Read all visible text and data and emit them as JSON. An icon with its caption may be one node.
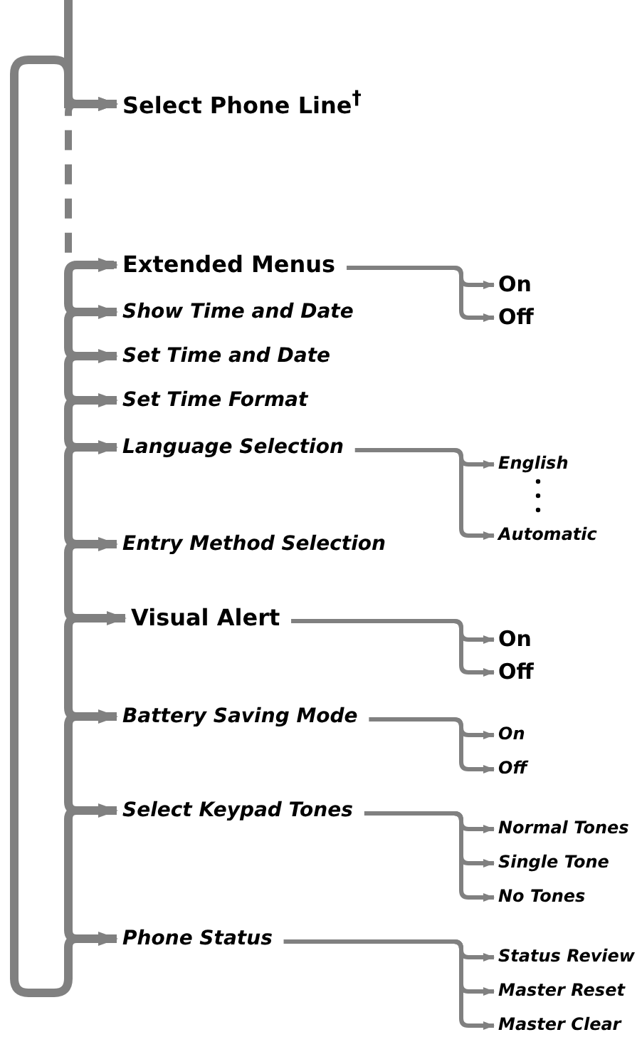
{
  "diagram": {
    "nodes": [
      {
        "text": [
          "Select Phone Line$^{†}$"
        ]
      },
      {
        "text": [
          "Extended Menus"
        ]
      },
      {
        "text": [
          "Show Time and Date"
        ]
      },
      {
        "text": [
          "Set Time and Date"
        ]
      },
      {
        "text": [
          "Set Time Format"
        ]
      },
      {
        "text": [
          "Language Selection"
        ]
      },
      {
        "text": [
          "Entry Method Selection"
        ]
      },
      {
        "text": [
          "Visual Alert"
        ]
      },
      {
        "text": [
          "Battery Saving Mode"
        ]
      },
      {
        "text": [
          "Select Keypad Tones"
        ]
      },
      {
        "text": [
          "Phone Status"
        ]
      },
      {
        "text": [
          "On"
        ]
      },
      {
        "text": [
          "Off"
        ]
      },
      {
        "text": [
          "English"
        ]
      },
      {
        "text": [
          "Automatic"
        ]
      },
      {
        "text": [
          "On"
        ]
      },
      {
        "text": [
          "Off"
        ]
      },
      {
        "text": [
          "On"
        ]
      },
      {
        "text": [
          "Off"
        ]
      },
      {
        "text": [
          "Normal Tones"
        ]
      },
      {
        "text": [
          "Single Tone"
        ]
      },
      {
        "text": [
          "No Tones"
        ]
      },
      {
        "text": [
          "Status Review"
        ]
      },
      {
        "text": [
          "Master Reset"
        ]
      },
      {
        "text": [
          "Master Clear"
        ]
      }
    ],
    "edges": [
      {
        "from": null,
        "to": 0,
        "arrow": "to",
        "style": "thick"
      },
      {
        "from": 0,
        "to": 1,
        "arrow": "to",
        "style": "dashed"
      },
      {
        "from": 1,
        "to": 2,
        "arrow": "to",
        "style": "thick"
      },
      {
        "from": 2,
        "to": 3,
        "arrow": "to",
        "style": "thick"
      },
      {
        "from": 3,
        "to": 4,
        "arrow": "to",
        "style": "thick"
      },
      {
        "from": 4,
        "to": 5,
        "arrow": "to",
        "style": "thick"
      },
      {
        "from": 5,
        "to": 6,
        "arrow": "to",
        "style": "thick"
      },
      {
        "from": 6,
        "to": 7,
        "arrow": "to",
        "style": "thick"
      },
      {
        "from": 7,
        "to": 8,
        "arrow": "to",
        "style": "thick"
      },
      {
        "from": 8,
        "to": 9,
        "arrow": "to",
        "style": "thick"
      },
      {
        "from": 9,
        "to": 10,
        "arrow": "to",
        "style": "thick"
      },
      {
        "from": 10,
        "to": 0,
        "arrow": "to",
        "style": "thick"
      },
      {
        "from": 1,
        "to": 11,
        "arrow": "to"
      },
      {
        "from": 1,
        "to": 12,
        "arrow": "to"
      },
      {
        "from": 5,
        "to": 13,
        "arrow": "to"
      },
      {
        "from": 5,
        "to": 14,
        "arrow": "to"
      },
      {
        "from": 7,
        "to": 15,
        "arrow": "to"
      },
      {
        "from": 7,
        "to": 16,
        "arrow": "to"
      },
      {
        "from": 8,
        "to": 17,
        "arrow": "to"
      },
      {
        "from": 8,
        "to": 18,
        "arrow": "to"
      },
      {
        "from": 9,
        "to": 19,
        "arrow": "to"
      },
      {
        "from": 9,
        "to": 20,
        "arrow": "to"
      },
      {
        "from": 9,
        "to": 21,
        "arrow": "to"
      },
      {
        "from": 10,
        "to": 22,
        "arrow": "to"
      },
      {
        "from": 10,
        "to": 23,
        "arrow": "to"
      },
      {
        "from": 10,
        "to": 24,
        "arrow": "to"
      }
    ]
  }
}
